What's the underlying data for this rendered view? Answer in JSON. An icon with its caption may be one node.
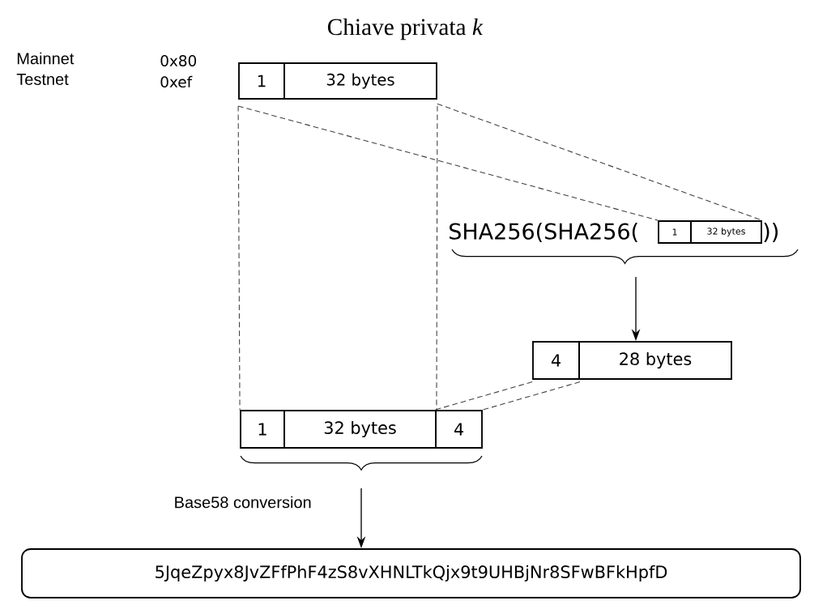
{
  "diagram": {
    "title": "Chiave privata *k*",
    "nodes": [
      {
        "text": [
          "1"
        ]
      },
      {
        "text": [
          "32 bytes"
        ]
      },
      {
        "text": [
          "1"
        ]
      },
      {
        "text": [
          "32 bytes"
        ]
      },
      {
        "text": [
          "4"
        ]
      },
      {
        "text": [
          "28 bytes"
        ]
      },
      {
        "text": [
          "1"
        ]
      },
      {
        "text": [
          "32 bytes"
        ]
      },
      {
        "text": [
          "4"
        ]
      },
      {
        "text": [
          "5JqeZpyx8JvZFfPhF4zS8vXHNLTkQjx9t9UHBjNr8SFwBFkHpfD"
        ]
      }
    ],
    "edges": [
      {
        "from": 0,
        "to": 6,
        "arrow": "none",
        "style": "dashed"
      },
      {
        "from": 1,
        "to": 7,
        "arrow": "none",
        "style": "dashed"
      },
      {
        "from": 0,
        "to": 2,
        "arrow": "none",
        "style": "dashed"
      },
      {
        "from": 1,
        "to": 3,
        "arrow": "none",
        "style": "dashed"
      },
      {
        "from": 4,
        "to": 8,
        "arrow": "none",
        "style": "dashed"
      },
      {
        "from": 4,
        "to": 8,
        "arrow": "none",
        "style": "dashed"
      },
      {
        "from": null,
        "to": 5,
        "arrow": "to"
      },
      {
        "from": null,
        "to": 9,
        "arrow": "to"
      }
    ],
    "labels": [
      "Mainnet",
      "0x80",
      "Testnet",
      "0xef",
      "SHA256(SHA256(",
      "))",
      "Base58 conversion"
    ]
  }
}
